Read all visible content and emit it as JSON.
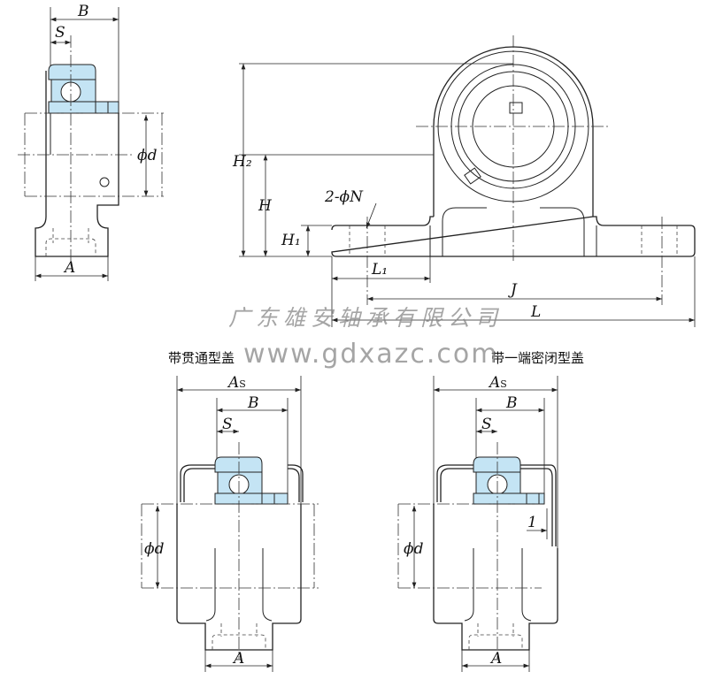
{
  "watermark": {
    "company": "广东雄安轴承有限公司",
    "website": "www.gdxazc.com"
  },
  "top_left_view": {
    "labels": {
      "B": "B",
      "S": "S",
      "d": "ϕd",
      "A": "A"
    }
  },
  "top_right_view": {
    "labels": {
      "H2": "H₂",
      "H": "H",
      "H1": "H₁",
      "N": "2-ϕN",
      "L1": "L₁",
      "J": "J",
      "L": "L"
    }
  },
  "bottom_left_view": {
    "caption": "带贯通型盖",
    "labels": {
      "As": "A",
      "As_sub": "S",
      "B": "B",
      "S": "S",
      "d": "ϕd",
      "A": "A"
    }
  },
  "bottom_right_view": {
    "caption": "带一端密闭型盖",
    "labels": {
      "As": "A",
      "As_sub": "S",
      "B": "B",
      "S": "S",
      "d": "ϕd",
      "A": "A",
      "gap": "1"
    }
  },
  "colors": {
    "bearing_fill": "#c4e4f4",
    "line": "#222222"
  }
}
